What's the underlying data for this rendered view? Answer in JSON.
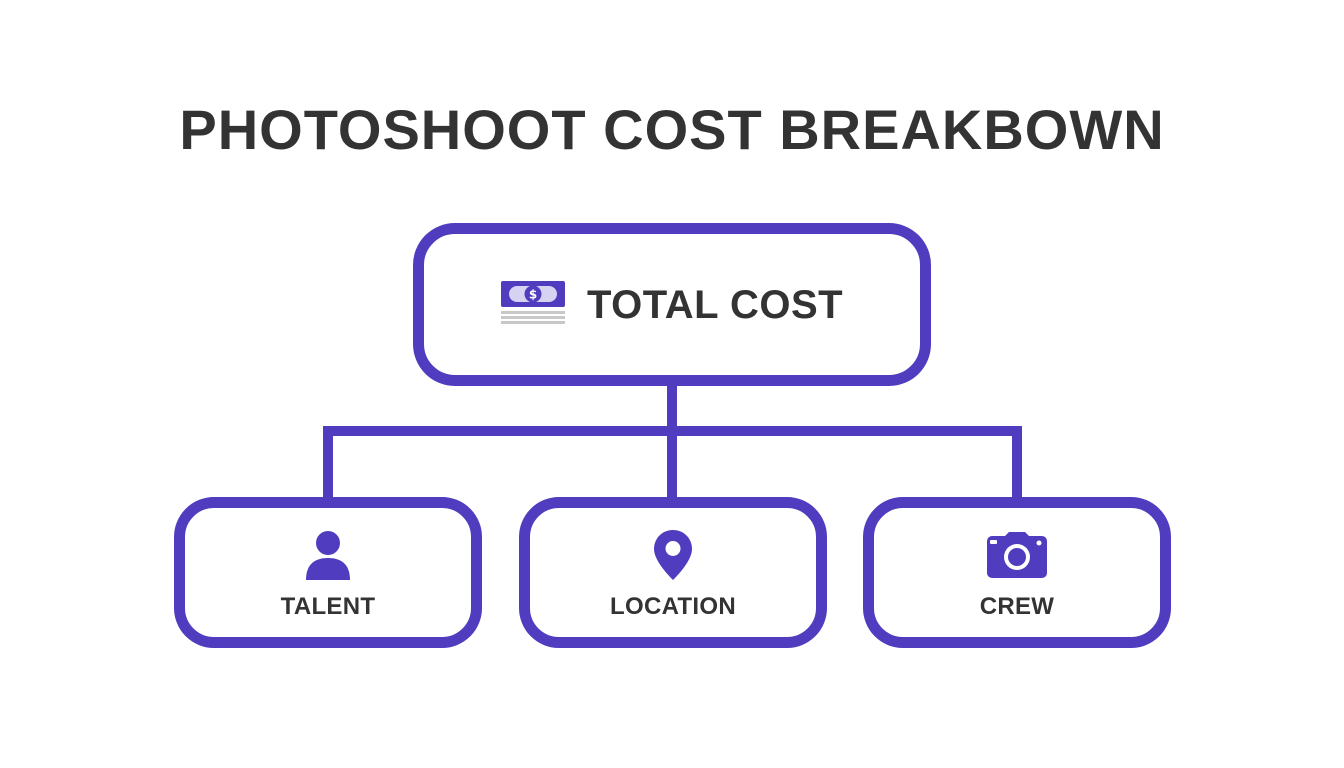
{
  "title": "PHOTOSHOOT COST BREAKBOWN",
  "colors": {
    "accent": "#4f3cbf",
    "text": "#333333",
    "icon_gray": "#c8c8c8"
  },
  "root": {
    "label": "TOTAL COST",
    "icon": "money-icon"
  },
  "children": [
    {
      "label": "TALENT",
      "icon": "person-icon"
    },
    {
      "label": "LOCATION",
      "icon": "location-pin-icon"
    },
    {
      "label": "CREW",
      "icon": "camera-icon"
    }
  ]
}
